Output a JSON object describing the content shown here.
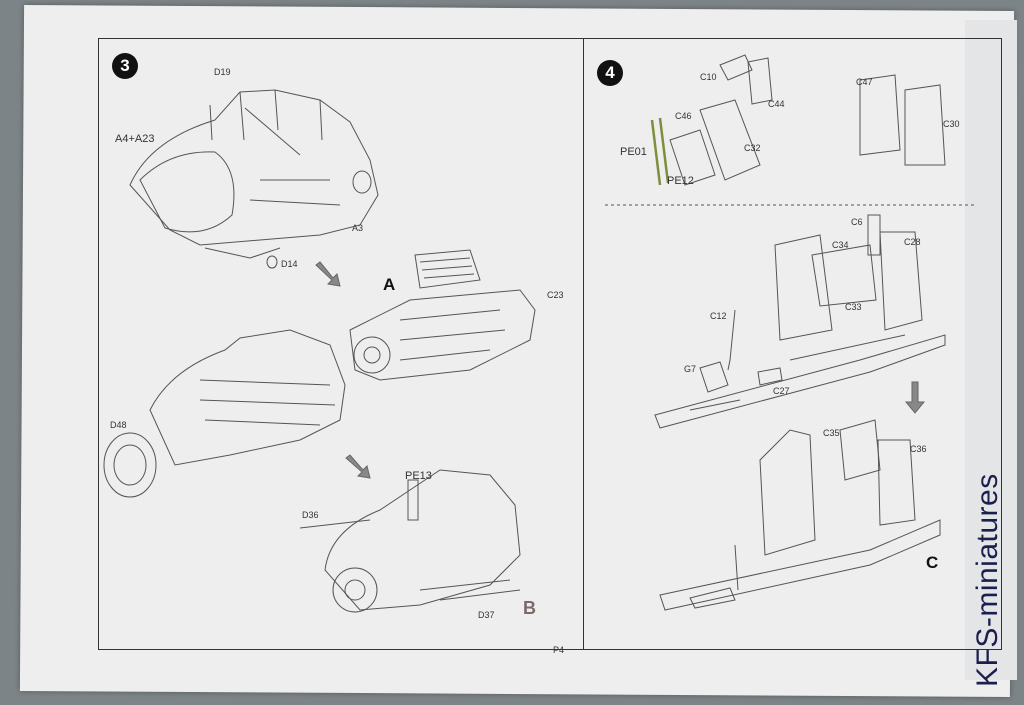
{
  "page_number": "P4",
  "watermark": "KFS-miniatures",
  "step3": {
    "number": "3",
    "labels": {
      "d19": "D19",
      "a4a23": "A4+A23",
      "a3": "A3",
      "d14": "D14",
      "c23": "C23",
      "d48": "D48",
      "pe13": "PE13",
      "d36": "D36",
      "d37": "D37"
    },
    "subassembly_a": "A",
    "subassembly_b": "B"
  },
  "step4": {
    "number": "4",
    "labels": {
      "c10": "C10",
      "c44": "C44",
      "c46": "C46",
      "c32": "C32",
      "pe01": "PE01",
      "pe12": "PE12",
      "c47": "C47",
      "c30": "C30",
      "c6": "C6",
      "c34": "C34",
      "c28": "C28",
      "c33": "C33",
      "c12": "C12",
      "g7": "G7",
      "c27": "C27",
      "c35": "C35",
      "c36": "C36"
    },
    "subassembly_c": "C"
  }
}
